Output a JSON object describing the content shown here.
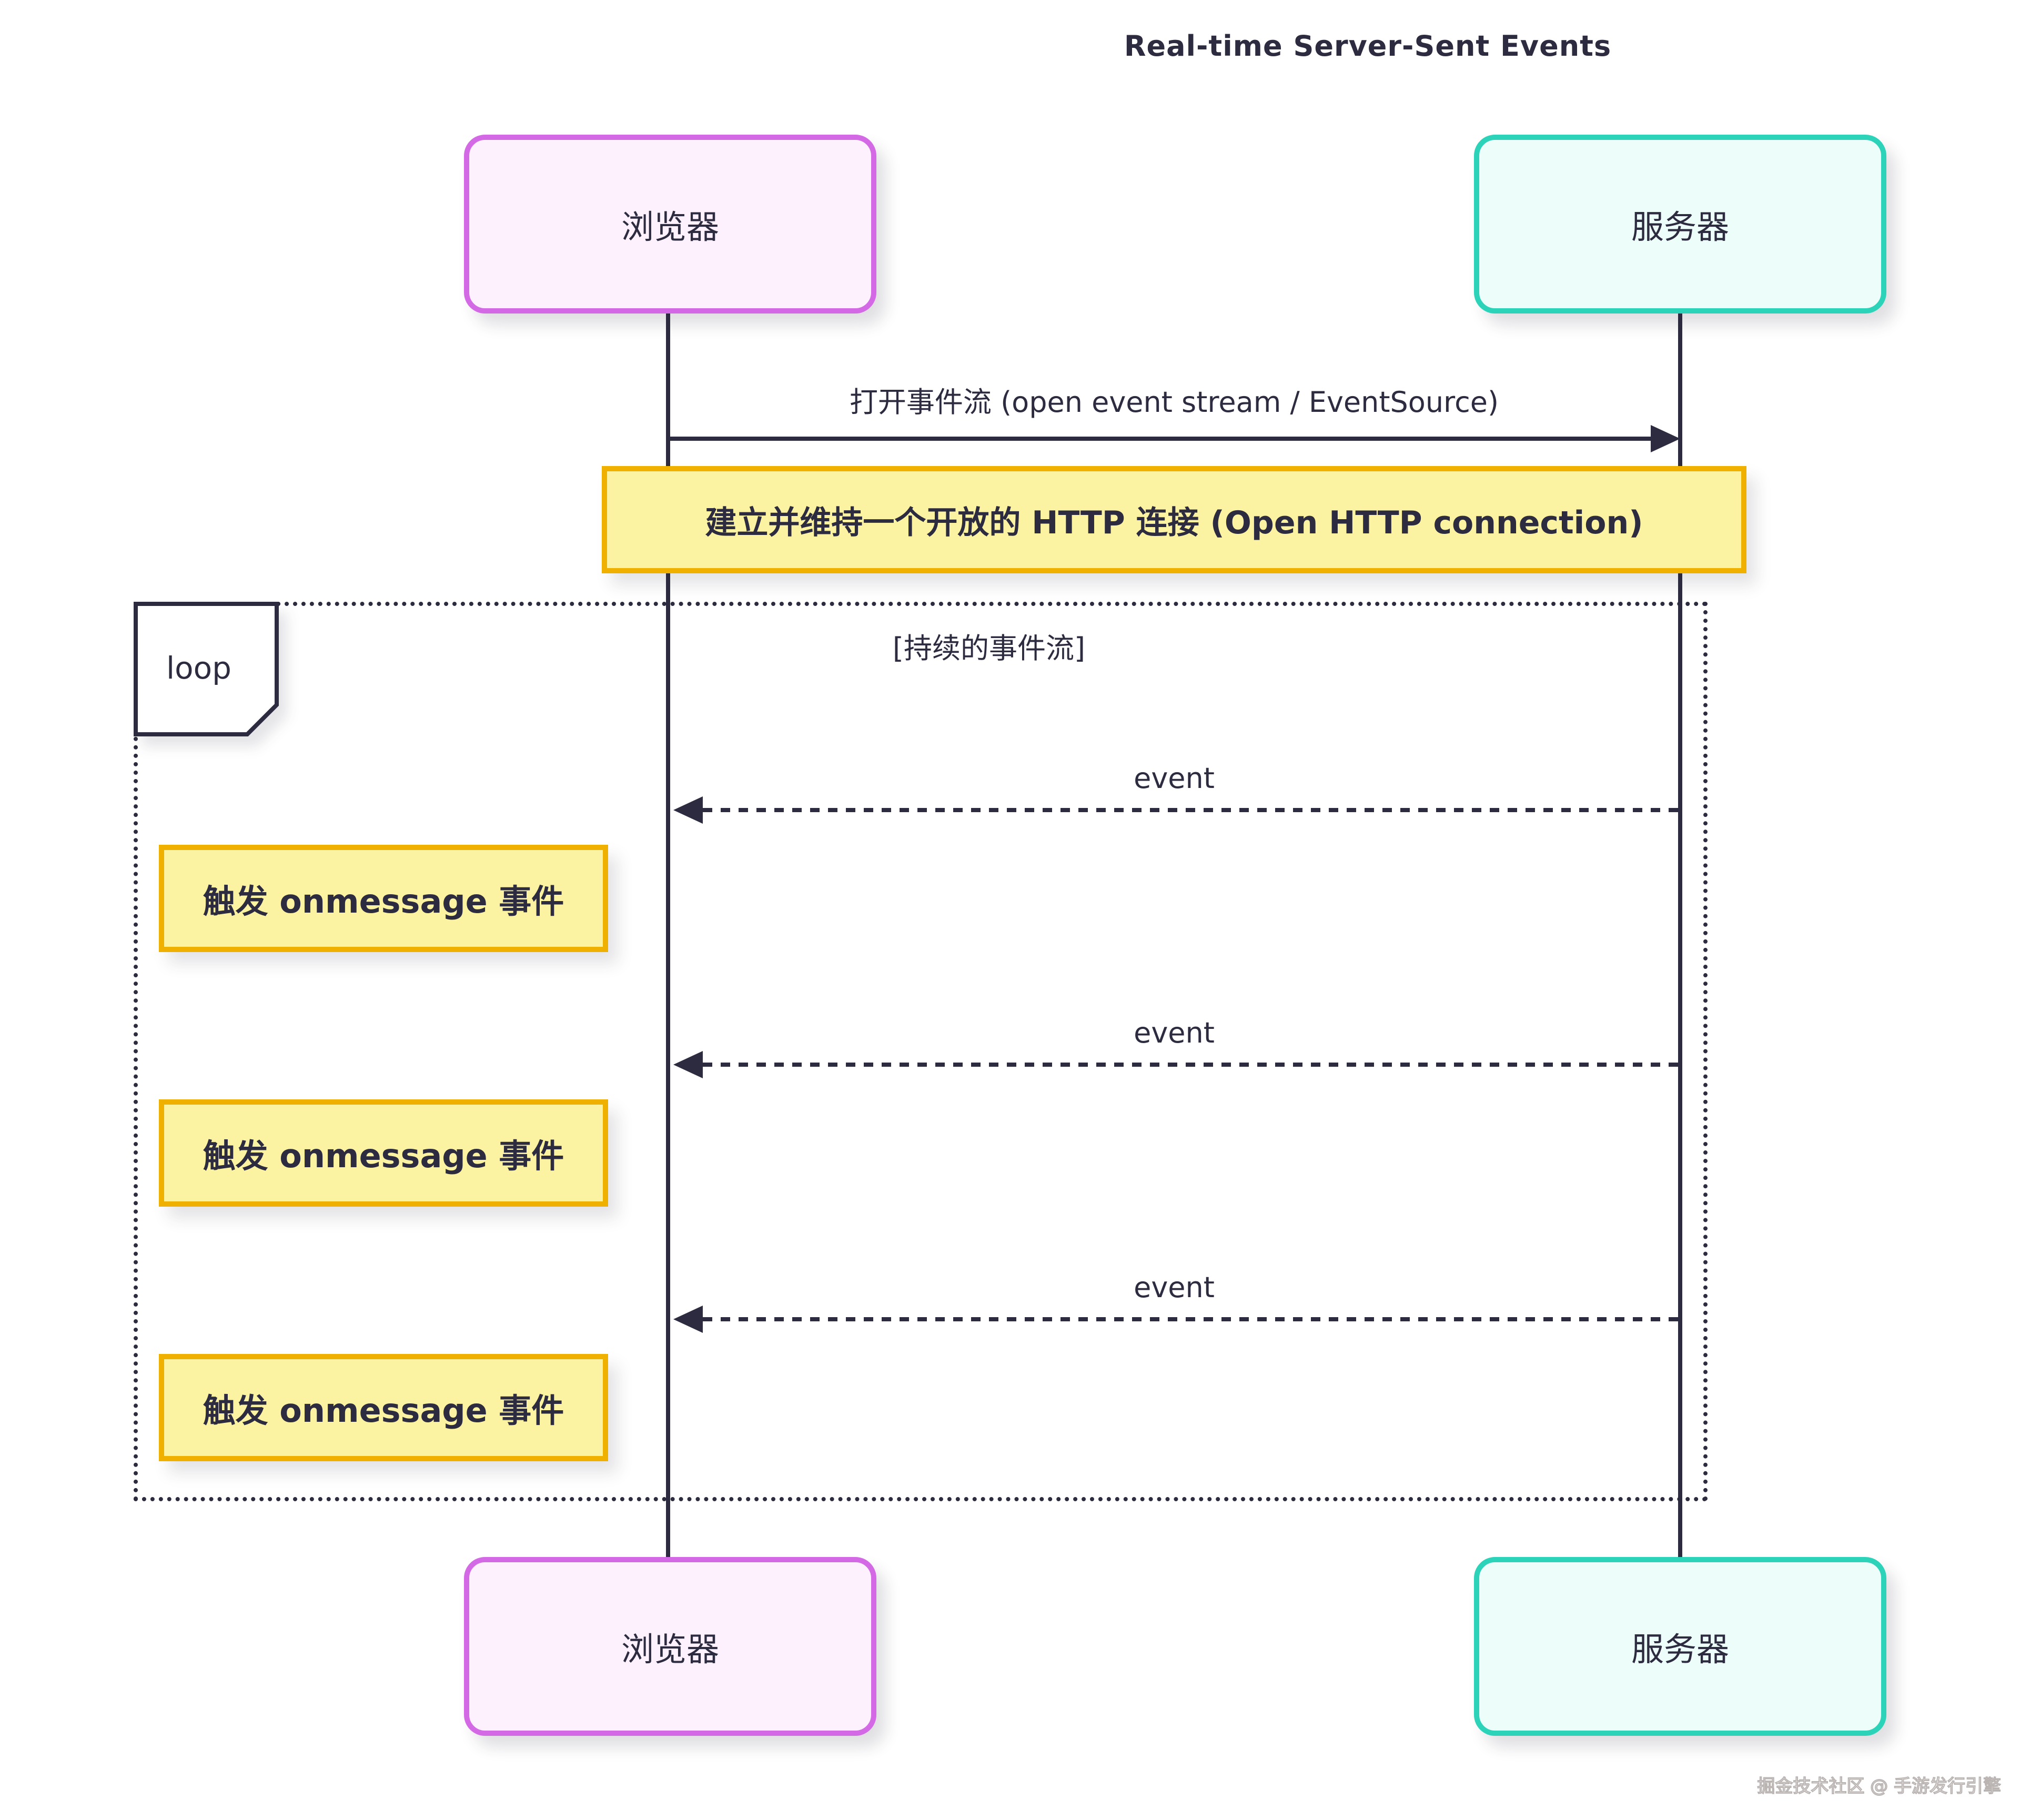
{
  "title": "Real-time Server-Sent Events",
  "actors": {
    "browser": {
      "label": "浏览器"
    },
    "server": {
      "label": "服务器"
    }
  },
  "messages": {
    "open_stream": "打开事件流 (open event stream / EventSource)"
  },
  "notes": {
    "http_connection": "建立并维持一个开放的 HTTP 连接 (Open HTTP connection)"
  },
  "loop": {
    "label": "loop",
    "condition": "[持续的事件流]"
  },
  "events": [
    {
      "label": "event",
      "note": "触发 onmessage 事件"
    },
    {
      "label": "event",
      "note": "触发 onmessage 事件"
    },
    {
      "label": "event",
      "note": "触发 onmessage 事件"
    }
  ],
  "watermark": {
    "text": "掘金技术社区 @ 手游发行引擎"
  },
  "colors": {
    "ink": "#2c2b3f",
    "browser_border": "#d469e6",
    "browser_fill": "#fcf1fc",
    "server_border": "#2dd3b9",
    "server_fill": "#edfdf9",
    "note_border": "#f0b000",
    "note_fill": "#fcf3a2"
  }
}
